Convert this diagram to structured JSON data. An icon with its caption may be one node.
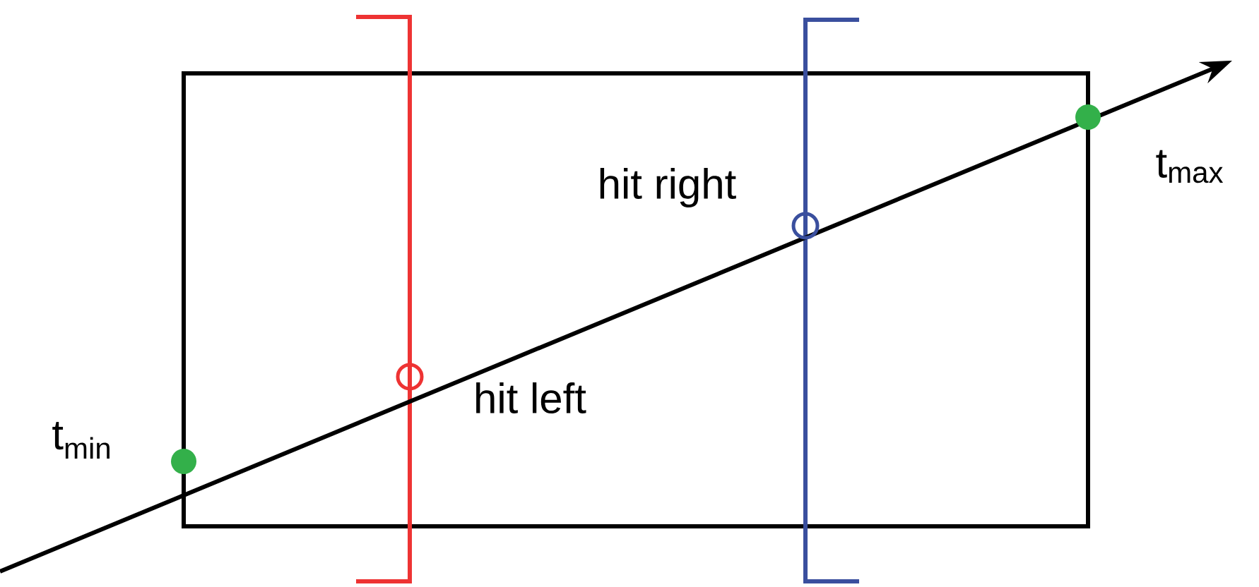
{
  "diagram": {
    "labels": [
      "t$_{min}$",
      "hit left",
      "hit right",
      "t$_{max}$"
    ]
  }
}
